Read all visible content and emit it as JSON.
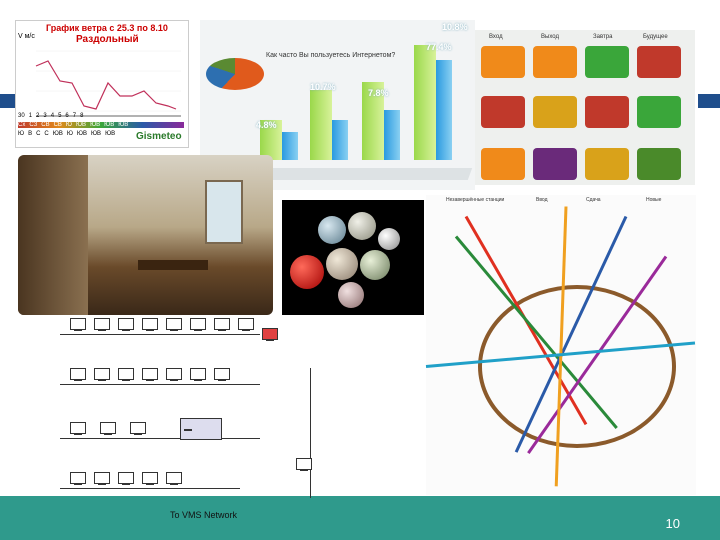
{
  "weather": {
    "title": "График ветра с 25.3 по 8.10",
    "city": "Раздольный",
    "ylabel": "V м/с",
    "brand": "Gismeteo",
    "days": [
      "30",
      "1",
      "2",
      "3",
      "4",
      "5",
      "6",
      "7",
      "8"
    ],
    "dirs": [
      "Сх",
      "СЗ",
      "СВ",
      "СВ",
      "Ю",
      "ЮВ",
      "ЮВ",
      "ЮВ",
      "ЮВ"
    ],
    "vals": [
      "Ю",
      "В",
      "С",
      "С",
      "ЮВ",
      "Ю",
      "ЮВ",
      "ЮВ",
      "ЮВ"
    ],
    "colors": {
      "line": "#c0305a",
      "title": "#cc0000",
      "brand": "#2a7a2a"
    }
  },
  "survey": {
    "question": "Как часто Вы пользуетесь Интернетом?",
    "labels": [
      "10.8%",
      "77.4%",
      "10.7%",
      "7.8%",
      "4.8%"
    ]
  },
  "tiles": {
    "headers": [
      "Вход",
      "Выход",
      "Завтра",
      "Будущее"
    ],
    "colors": [
      "#f08a1a",
      "#3aa63a",
      "#c0392b",
      "#6a2a7a",
      "#d9a21a",
      "#4a8a2a"
    ]
  },
  "metro": {
    "legend": [
      "Незавершённые станции",
      "Ввод",
      "Сдача",
      "Новые"
    ],
    "colors": [
      "#e03020",
      "#2a8a3a",
      "#2a5aa8",
      "#8b5a2b",
      "#f0a020",
      "#9a2a9a",
      "#20a0c8"
    ]
  },
  "network": {
    "label": "To VMS Network"
  },
  "slide": {
    "page_number": "10",
    "accent": "#2f9a8c",
    "bar": "#1f4e8c"
  }
}
